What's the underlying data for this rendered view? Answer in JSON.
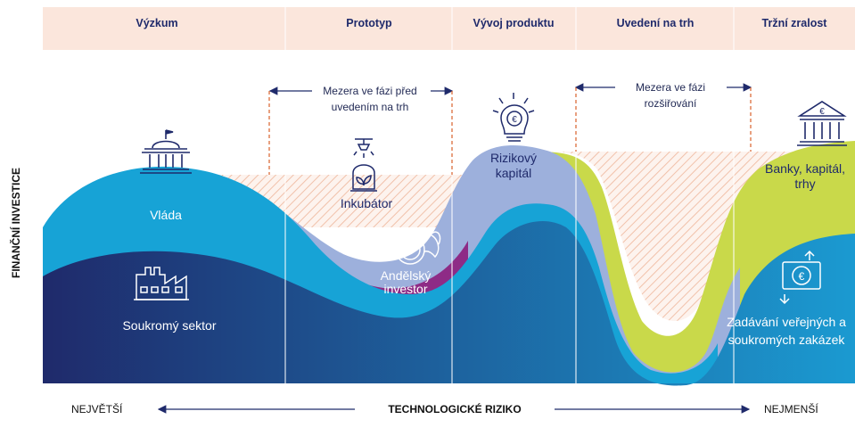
{
  "phases": [
    "Výzkum",
    "Prototyp",
    "Vývoj produktu",
    "Uvedení na trh",
    "Tržní zralost"
  ],
  "gaps": {
    "gap1_line1": "Mezera ve fázi před",
    "gap1_line2": "uvedením na trh",
    "gap2_line1": "Mezera ve fázi",
    "gap2_line2": "rozšiřování"
  },
  "labels": {
    "government": "Vláda",
    "private_line1": "Soukromý sektor",
    "incubator": "Inkubátor",
    "angel_line1": "Andělský",
    "angel_line2": "investor",
    "venture_line1": "Rizikový",
    "venture_line2": "kapitál",
    "banks_line1": "Banky, kapitál,",
    "banks_line2": "trhy",
    "procurement_line1": "Zadávání veřejných a",
    "procurement_line2": "soukromých zakázek"
  },
  "axes": {
    "y_label": "FINANČNÍ INVESTICE",
    "x_label": "TECHNOLOGICKÉ RIZIKO",
    "x_left": "NEJVĚTŠÍ",
    "x_right": "NEJMENŠÍ"
  },
  "colors": {
    "header_band": "#fbe6dc",
    "private": "#1f2a6b",
    "government": "#17a3d6",
    "venture": "#9db0dc",
    "angel": "#8e2b86",
    "banks": "#c9d94a",
    "gap_hatch": "#f3c3ad",
    "gap_marker": "#d9622b"
  },
  "icons": [
    "government-building-icon",
    "factory-icon",
    "incubator-lamp-icon",
    "winged-euro-coin-icon",
    "euro-lightbulb-icon",
    "bank-euro-icon",
    "euro-note-arrows-icon"
  ]
}
